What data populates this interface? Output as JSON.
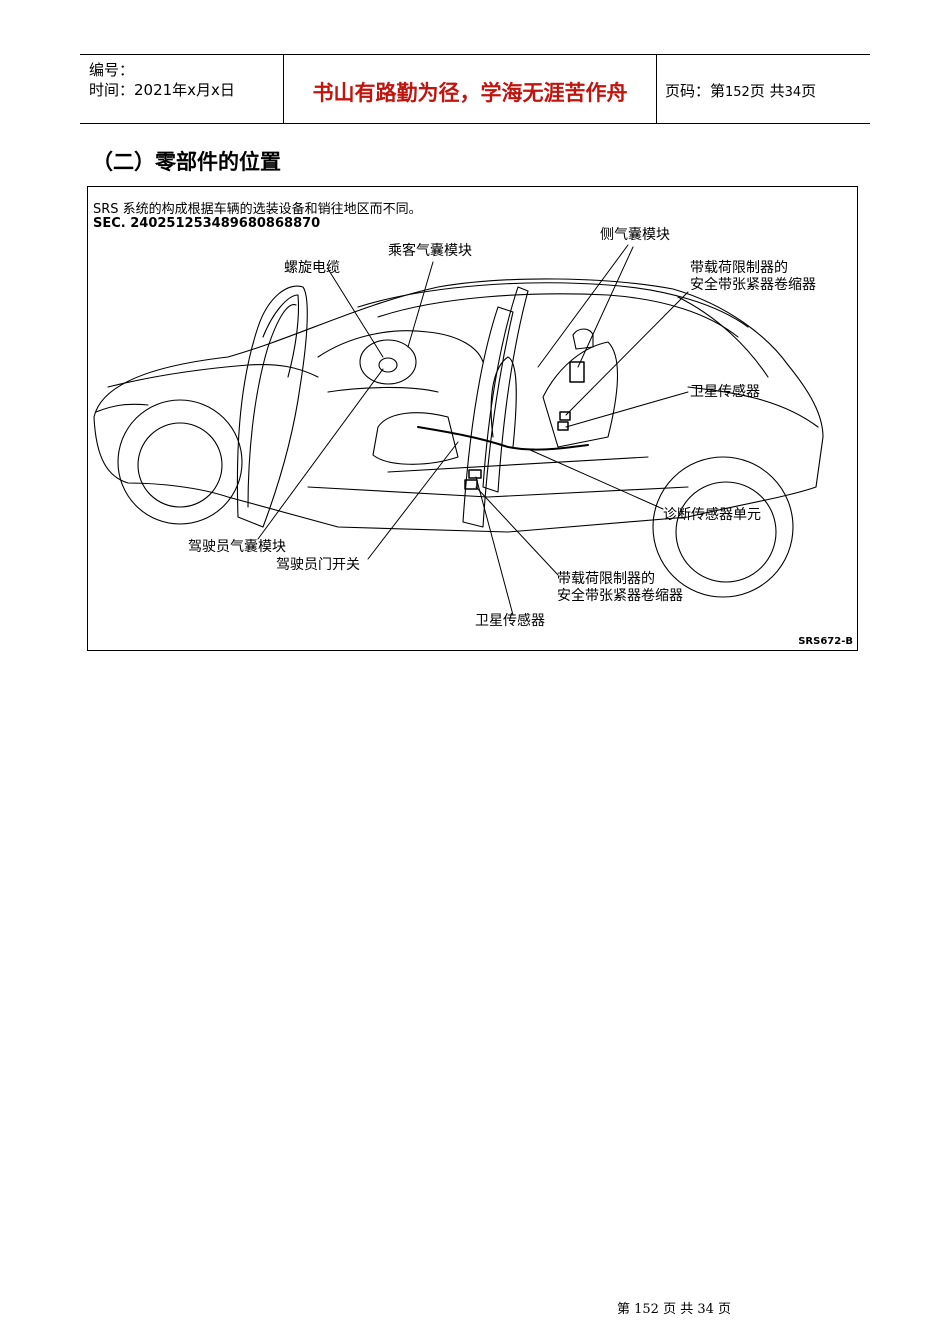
{
  "header": {
    "number_label": "编号：",
    "date_label": "时间：2021年x月x日",
    "motto": "书山有路勤为径，学海无涯苦作舟",
    "page_prefix": "页码：第",
    "page_current": "152",
    "page_mid": "页  共",
    "page_total": "34",
    "page_suffix": "页"
  },
  "section_title": "（二）零部件的位置",
  "figure": {
    "note": "SRS 系统的构成根据车辆的选装设备和销往地区而不同。",
    "sec_code": "SEC. 24025125348968086887​0",
    "ref_code": "SRS672-B",
    "labels": {
      "spiral_cable": "螺旋电缆",
      "passenger_airbag": "乘客气囊模块",
      "side_airbag": "侧气囊模块",
      "pretensioner_rear_l1": "带载荷限制器的",
      "pretensioner_rear_l2": "安全带张紧器卷缩器",
      "satellite_sensor_rear": "卫星传感器",
      "diagnosis_unit": "诊断传感器单元",
      "driver_airbag": "驾驶员气囊模块",
      "driver_door_switch": "驾驶员门开关",
      "pretensioner_front_l1": "带载荷限制器的",
      "pretensioner_front_l2": "安全带张紧器卷缩器",
      "satellite_sensor_front": "卫星传感器"
    }
  },
  "footer": {
    "text": "第  152  页  共  34  页"
  },
  "colors": {
    "motto": "#c0140f",
    "line": "#000000"
  }
}
